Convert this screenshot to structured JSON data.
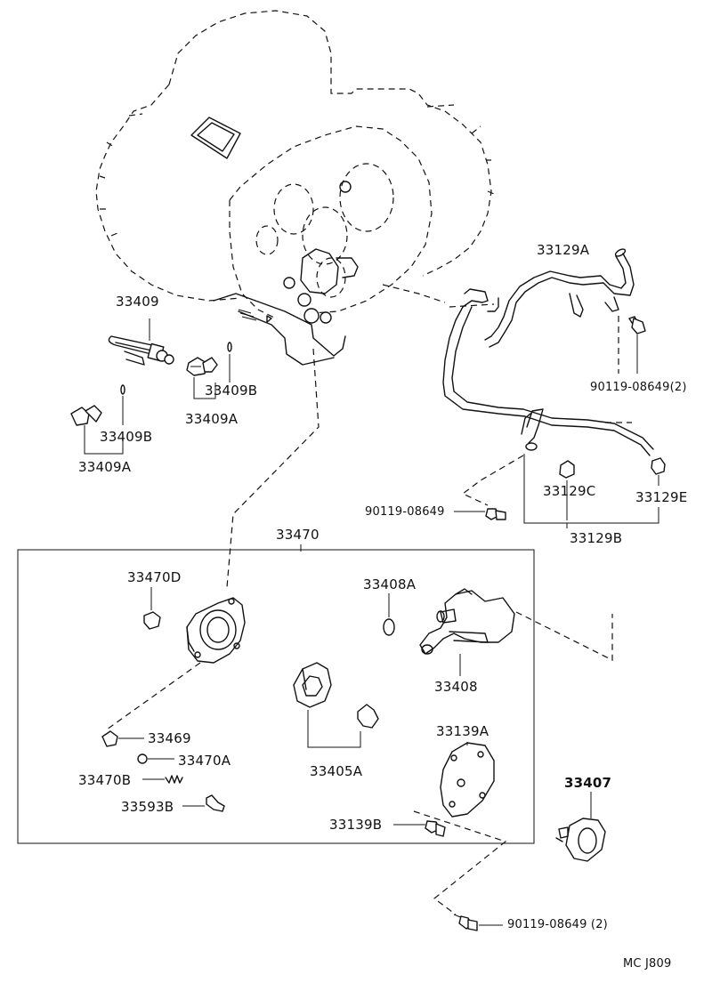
{
  "diagram": {
    "group_box_label": "33470",
    "footer_code": "MC J809",
    "parts": {
      "p33409": "33409",
      "p33409B_top": "33409B",
      "p33409A_top": "33409A",
      "p33409B_left": "33409B",
      "p33409A_left": "33409A",
      "p33129A": "33129A",
      "p90119_08649_2_top": "90119-08649(2)",
      "p33129C": "33129C",
      "p33129E": "33129E",
      "p33129B": "33129B",
      "p90119_08649": "90119-08649",
      "p33470D": "33470D",
      "p33408A": "33408A",
      "p33408": "33408",
      "p33469": "33469",
      "p33470A": "33470A",
      "p33470B": "33470B",
      "p33593B": "33593B",
      "p33405A": "33405A",
      "p33139A": "33139A",
      "p33139B": "33139B",
      "p33407": "33407",
      "p90119_08649_2_bottom": "90119-08649 (2)"
    }
  }
}
